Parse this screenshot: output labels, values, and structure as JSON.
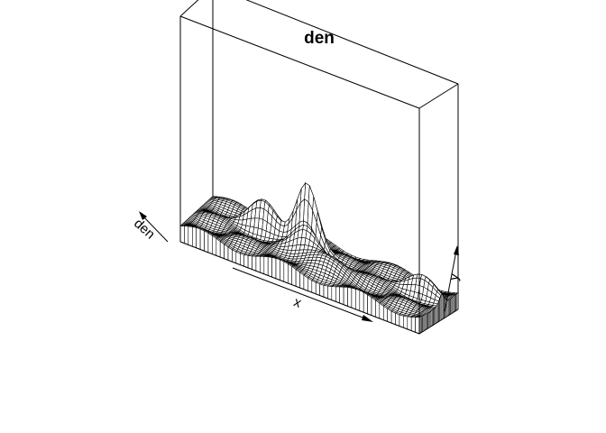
{
  "chart_data": {
    "type": "perspective_surface",
    "title": "den",
    "xlabel": "x",
    "ylabel": "y",
    "zlabel": "den",
    "ticks": false,
    "surface_color": "#000000",
    "background": "#ffffff",
    "peaks": [
      {
        "x": 0.44,
        "y": 0.62,
        "height": 0.3,
        "width": 0.045
      },
      {
        "x": 0.26,
        "y": 0.62,
        "height": 0.14,
        "width": 0.06
      },
      {
        "x": 0.46,
        "y": 0.45,
        "height": 0.1,
        "width": 0.05
      },
      {
        "x": 0.92,
        "y": 0.58,
        "height": 0.1,
        "width": 0.06
      },
      {
        "x": 0.55,
        "y": 0.35,
        "height": 0.06,
        "width": 0.1
      }
    ],
    "base_level": 0.07
  }
}
